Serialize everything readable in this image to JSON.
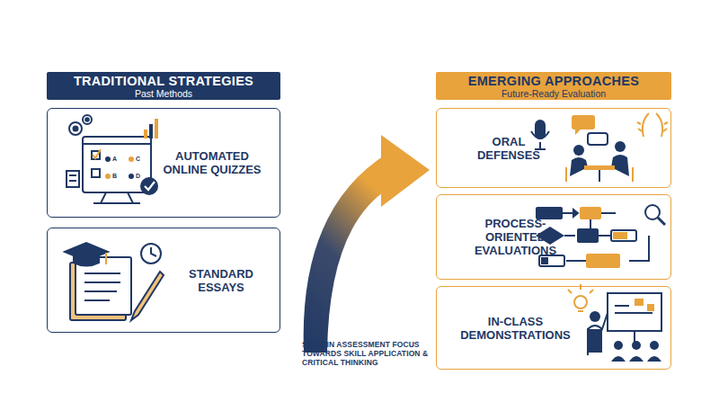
{
  "diagram": {
    "nodes": [
      {
        "text": [
          "TRADITIONAL STRATEGIES",
          "Past Methods"
        ]
      },
      {
        "text": [
          "AUTOMATED ONLINE QUIZZES"
        ]
      },
      {
        "text": [
          "STANDARD ESSAYS"
        ]
      },
      {
        "text": [
          "EMERGING APPROACHES",
          "Future-Ready Evaluation"
        ]
      },
      {
        "text": [
          "ORAL DEFENSES"
        ]
      },
      {
        "text": [
          "PROCESS-ORIENTED EVALUATIONS"
        ]
      },
      {
        "text": [
          "IN-CLASS DEMONSTRATIONS"
        ]
      }
    ],
    "labels": [
      "A",
      "C",
      "B",
      "D",
      "SHIFT IN ASSESSMENT FOCUS TOWARDS SKILL APPLICATION & CRITICAL THINKING"
    ]
  }
}
